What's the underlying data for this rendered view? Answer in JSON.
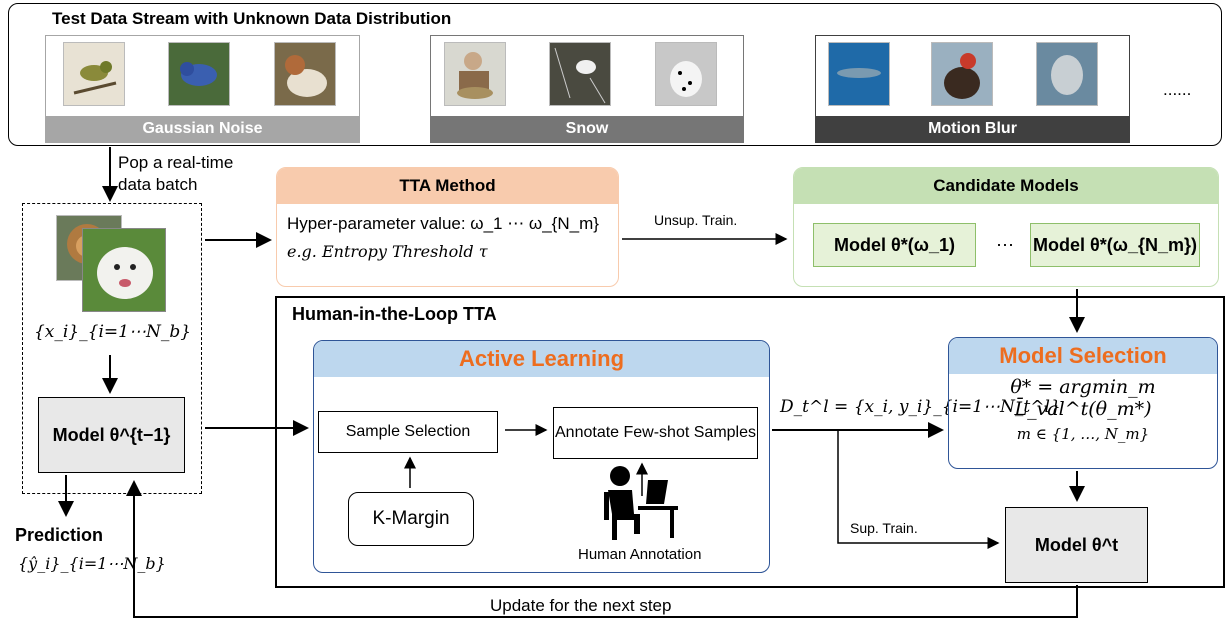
{
  "stream": {
    "title": "Test Data Stream with Unknown Data Distribution",
    "groups": [
      {
        "label": "Gaussian Noise",
        "color": "#a6a6a6"
      },
      {
        "label": "Snow",
        "color": "#767676"
      },
      {
        "label": "Motion Blur",
        "color": "#404040"
      }
    ],
    "ellipsis": "......"
  },
  "left": {
    "pop_label": "Pop a real-time data batch",
    "batch_formula": "{x_i}_{i=1⋯N_b}",
    "model_prev": "Model θ^{t−1}",
    "prediction_label": "Prediction",
    "prediction_formula": "{ŷ_i}_{i=1⋯N_b}"
  },
  "tta": {
    "title": "TTA Method",
    "header_color": "#f8cbad",
    "line1": "Hyper-parameter value: ω_1 ⋯ ω_{N_m}",
    "line2": "e.g. Entropy Threshold τ"
  },
  "unsup_label": "Unsup. Train.",
  "candidates": {
    "title": "Candidate Models",
    "header_color": "#c5e0b4",
    "model_1": "Model θ*(ω_1)",
    "dots": "⋯",
    "model_n": "Model θ*(ω_{N_m})"
  },
  "hitl": {
    "title": "Human-in-the-Loop TTA",
    "active_learning": "Active Learning",
    "accent_color": "#ed6d1f",
    "panel_header_color": "#bdd7ee",
    "sample_selection": "Sample Selection",
    "annotate": "Annotate Few-shot Samples",
    "kmargin": "K-Margin",
    "human_annotation": "Human Annotation",
    "labeled_set": "D_t^l = {x_i, y_i}_{i=1⋯N_t^l}",
    "model_selection": "Model Selection",
    "argmin_formula": "θ* = argmin_m L̄_val^t(θ_m*)",
    "m_range": "m ∈ {1, …, N_m}",
    "sup_label": "Sup. Train.",
    "model_t": "Model θ^t"
  },
  "update_label": "Update for the next step"
}
